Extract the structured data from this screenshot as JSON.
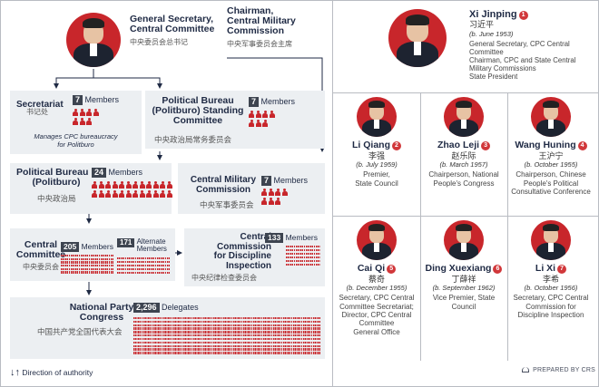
{
  "top": {
    "gensec_title_line1": "General Secretary,",
    "gensec_title_line2": "Central Committee",
    "gensec_cn": "中央委员会总书记",
    "cmc_chair_line1": "Chairman,",
    "cmc_chair_line2": "Central Military",
    "cmc_chair_line3": "Commission",
    "cmc_chair_cn": "中央军事委员会主席"
  },
  "bodies": {
    "secretariat": {
      "title": "Secretariat",
      "count": "7",
      "members_label": "Members",
      "cn": "书记处",
      "note_line1": "Manages CPC bureaucracy",
      "note_line2": "for Politburo",
      "icon_count": 7
    },
    "psc": {
      "title_line1": "Political Bureau",
      "title_line2": "(Politburo) Standing",
      "title_line3": "Committee",
      "count": "7",
      "members_label": "Members",
      "cn": "中央政治局常务委员会",
      "icon_count": 7
    },
    "politburo": {
      "title_line1": "Political Bureau",
      "title_line2": "(Politburo)",
      "count": "24",
      "members_label": "Members",
      "cn": "中央政治局",
      "icon_count": 24
    },
    "cmc": {
      "title_line1": "Central Military",
      "title_line2": "Commission",
      "count": "7",
      "members_label": "Members",
      "cn": "中央军事委员会",
      "icon_count": 7
    },
    "central_committee": {
      "title_line1": "Central",
      "title_line2": "Committee",
      "count": "205",
      "members_label": "Members",
      "alt_count": "171",
      "alt_label_line1": "Alternate",
      "alt_label_line2": "Members",
      "cn": "中央委员会"
    },
    "ccdi": {
      "title_line1": "Central",
      "title_line2": "Commission",
      "title_line3": "for Discipline",
      "title_line4": "Inspection",
      "count": "133",
      "members_label": "Members",
      "cn": "中央纪律检查委员会"
    },
    "npc": {
      "title_line1": "National Party",
      "title_line2": "Congress",
      "count": "2,296",
      "members_label": "Delegates",
      "cn": "中国共产党全国代表大会"
    }
  },
  "legend": {
    "arrow_glyph": "↓↑",
    "label": "Direction of authority"
  },
  "leader": {
    "name": "Xi Jinping",
    "rank": "1",
    "cn": "习近平",
    "born": "(b. June 1953)",
    "roles": [
      "General Secretary, CPC Central",
      "Committee",
      "Chairman, CPC and State Central",
      "Military Commissions",
      "State President"
    ]
  },
  "members": [
    {
      "name": "Li Qiang",
      "rank": "2",
      "cn": "李强",
      "born": "(b. July 1959)",
      "roles": [
        "Premier,",
        "State Council"
      ]
    },
    {
      "name": "Zhao Leji",
      "rank": "3",
      "cn": "赵乐际",
      "born": "(b. March 1957)",
      "roles": [
        "Chairperson, National",
        "People's Congress"
      ]
    },
    {
      "name": "Wang Huning",
      "rank": "4",
      "cn": "王沪宁",
      "born": "(b. October 1955)",
      "roles": [
        "Chairperson, Chinese",
        "People's Political",
        "Consultative Conference"
      ]
    },
    {
      "name": "Cai Qi",
      "rank": "5",
      "cn": "蔡奇",
      "born": "(b. December 1955)",
      "roles": [
        "Secretary, CPC Central",
        "Committee Secretariat;",
        "Director, CPC Central",
        "Committee",
        "General Office"
      ]
    },
    {
      "name": "Ding Xuexiang",
      "rank": "6",
      "cn": "丁薛祥",
      "born": "(b. September 1962)",
      "roles": [
        "Vice Premier, State",
        "Council"
      ]
    },
    {
      "name": "Li Xi",
      "rank": "7",
      "cn": "李希",
      "born": "(b. October 1956)",
      "roles": [
        "Secretary, CPC Central",
        "Commission for",
        "Discipline Inspection"
      ]
    }
  ],
  "credit": "PREPARED BY CRS",
  "colors": {
    "accent_red": "#c8262b",
    "box_gray": "#eceff2",
    "count_dark": "#3d4450",
    "navy": "#1f2a44"
  }
}
